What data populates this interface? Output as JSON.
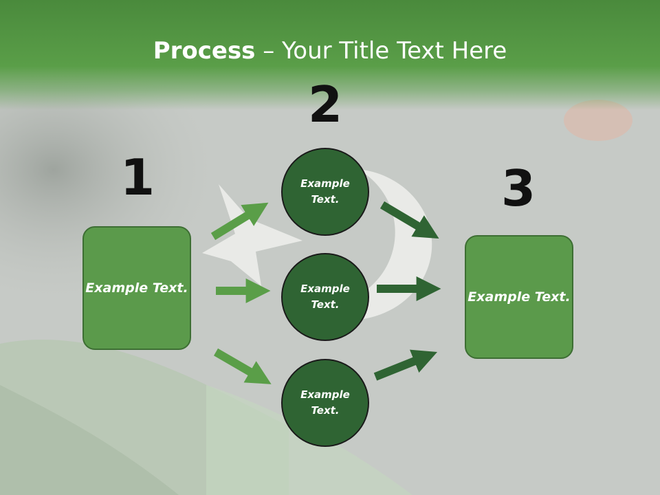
{
  "title": {
    "bold": "Process",
    "rest": " – Your Title Text Here"
  },
  "steps": {
    "one": {
      "number": "1",
      "text": "Example Text."
    },
    "two": {
      "number": "2"
    },
    "three": {
      "number": "3",
      "text": "Example Text."
    }
  },
  "circles": {
    "top": {
      "text": "Example Text."
    },
    "middle": {
      "text": "Example Text."
    },
    "bottom": {
      "text": "Example Text."
    }
  },
  "colors": {
    "header_green": "#5a9e48",
    "box_fill": "#5b9a4b",
    "circle_fill": "#2f6433",
    "arrow_light": "#5a9e48",
    "arrow_dark": "#2f6433"
  }
}
